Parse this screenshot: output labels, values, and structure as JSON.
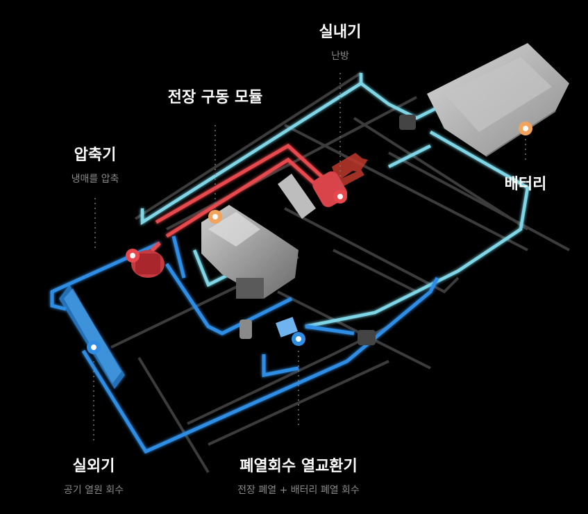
{
  "labels": {
    "indoor_unit": {
      "title": "실내기",
      "sub": "난방"
    },
    "drive_module": {
      "title": "전장 구동 모듈"
    },
    "compressor": {
      "title": "압축기",
      "sub": "냉매를 압축"
    },
    "battery": {
      "title": "배터리"
    },
    "outdoor_unit": {
      "title": "실외기",
      "sub": "공기 열원 회수"
    },
    "waste_heat_exchanger": {
      "title": "폐열회수 열교환기",
      "sub": "전장 폐열 + 배터리 폐열 회수"
    }
  },
  "colors": {
    "background": "#000000",
    "coolant_cyan": "#7fd6e6",
    "refrigerant_blue": "#2f8de4",
    "hot_red": "#e8484d",
    "pipe_dark": "#3a3a3a",
    "marker_orange": "#f2a35c",
    "title_text": "#ffffff",
    "sub_text": "#8a8a8a"
  },
  "icons": [
    "heat-marker-icon",
    "heat-arrow-icon"
  ]
}
